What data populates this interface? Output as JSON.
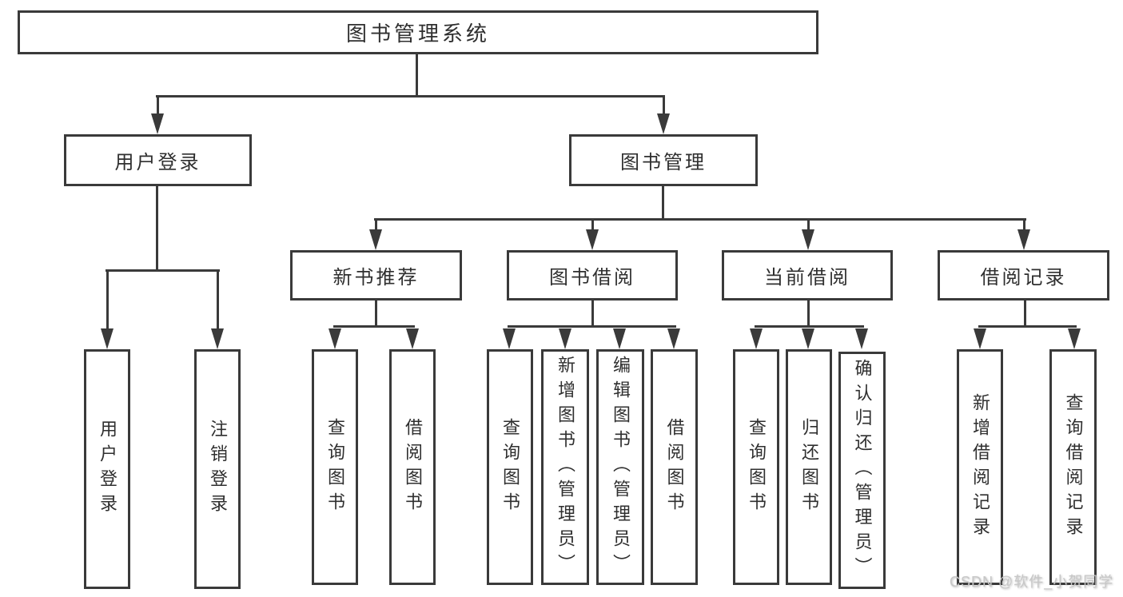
{
  "tree": {
    "root": "图书管理系统",
    "user": {
      "label": "用户登录",
      "children": [
        "用户登录",
        "注销登录"
      ]
    },
    "book": {
      "label": "图书管理",
      "groups": [
        {
          "label": "新书推荐",
          "children": [
            "查询图书",
            "借阅图书"
          ]
        },
        {
          "label": "图书借阅",
          "children": [
            "查询图书",
            "新增图书（管理员）",
            "编辑图书（管理员）",
            "借阅图书"
          ]
        },
        {
          "label": "当前借阅",
          "children": [
            "查询图书",
            "归还图书",
            "确认归还（管理员）"
          ]
        },
        {
          "label": "借阅记录",
          "children": [
            "新增借阅记录",
            "查询借阅记录"
          ]
        }
      ]
    }
  },
  "watermark": "CSDN @软件_小贺同学",
  "colors": {
    "line": "#3a3a3a",
    "text": "#2f2f2f",
    "background": "#ffffff",
    "watermark": "#c7c7c7"
  }
}
